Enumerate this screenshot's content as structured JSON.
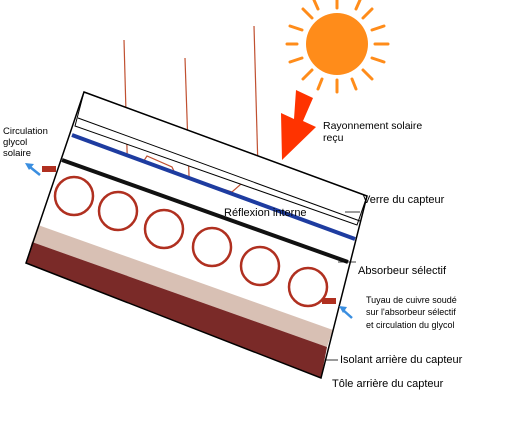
{
  "labels": {
    "circulation": [
      "Circulation",
      "glycol",
      "solaire"
    ],
    "rayonnement": [
      "Rayonnement solaire",
      "reçu"
    ],
    "reflexion": "Réflexion interne",
    "verre": "Verre du capteur",
    "absorbeur": "Absorbeur sélectif",
    "tuyau": [
      "Tuyau de cuivre soudé",
      "sur l'absorbeur sélectif",
      "et circulation du glycol"
    ],
    "isolant": "Isolant arrière du capteur",
    "tole": "Tôle arrière du capteur"
  },
  "colors": {
    "sun": "#ff8c1a",
    "arrow_red": "#ff3300",
    "ray": "#c05030",
    "glass_blue": "#1e3ca0",
    "tube": "#b03020",
    "insulation": "#d8c0b4",
    "sheet": "#7a2a28",
    "flow_arrow": "#3a8ee0"
  },
  "icons": [
    "sun-icon",
    "incoming-radiation-arrow-icon",
    "glycol-outlet-arrow-icon",
    "glycol-inlet-arrow-icon"
  ]
}
